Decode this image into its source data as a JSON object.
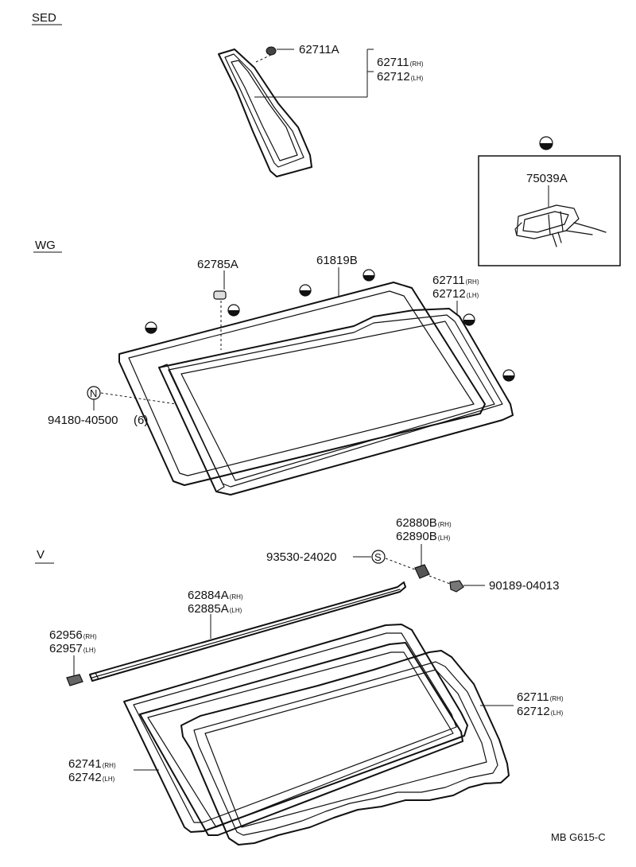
{
  "sections": {
    "sed": "SED",
    "wg": "WG",
    "v": "V"
  },
  "parts": {
    "sed_62711a": "62711A",
    "sed_62711": "62711",
    "sed_62712": "62712",
    "p75039a": "75039A",
    "wg_62785a": "62785A",
    "wg_61819b": "61819B",
    "wg_62711": "62711",
    "wg_62712": "62712",
    "wg_94180": "94180-40500",
    "wg_94180_qty": "(6)",
    "v_62880b": "62880B",
    "v_62890b": "62890B",
    "v_93530": "93530-24020",
    "v_90189": "90189-04013",
    "v_62884a": "62884A",
    "v_62885a": "62885A",
    "v_62956": "62956",
    "v_62957": "62957",
    "v_62711": "62711",
    "v_62712": "62712",
    "v_62741": "62741",
    "v_62742": "62742"
  },
  "suffix": {
    "rh": "(RH)",
    "lh": "(LH)"
  },
  "markers": {
    "n": "N",
    "s": "S"
  },
  "reference": "MB G615-C"
}
